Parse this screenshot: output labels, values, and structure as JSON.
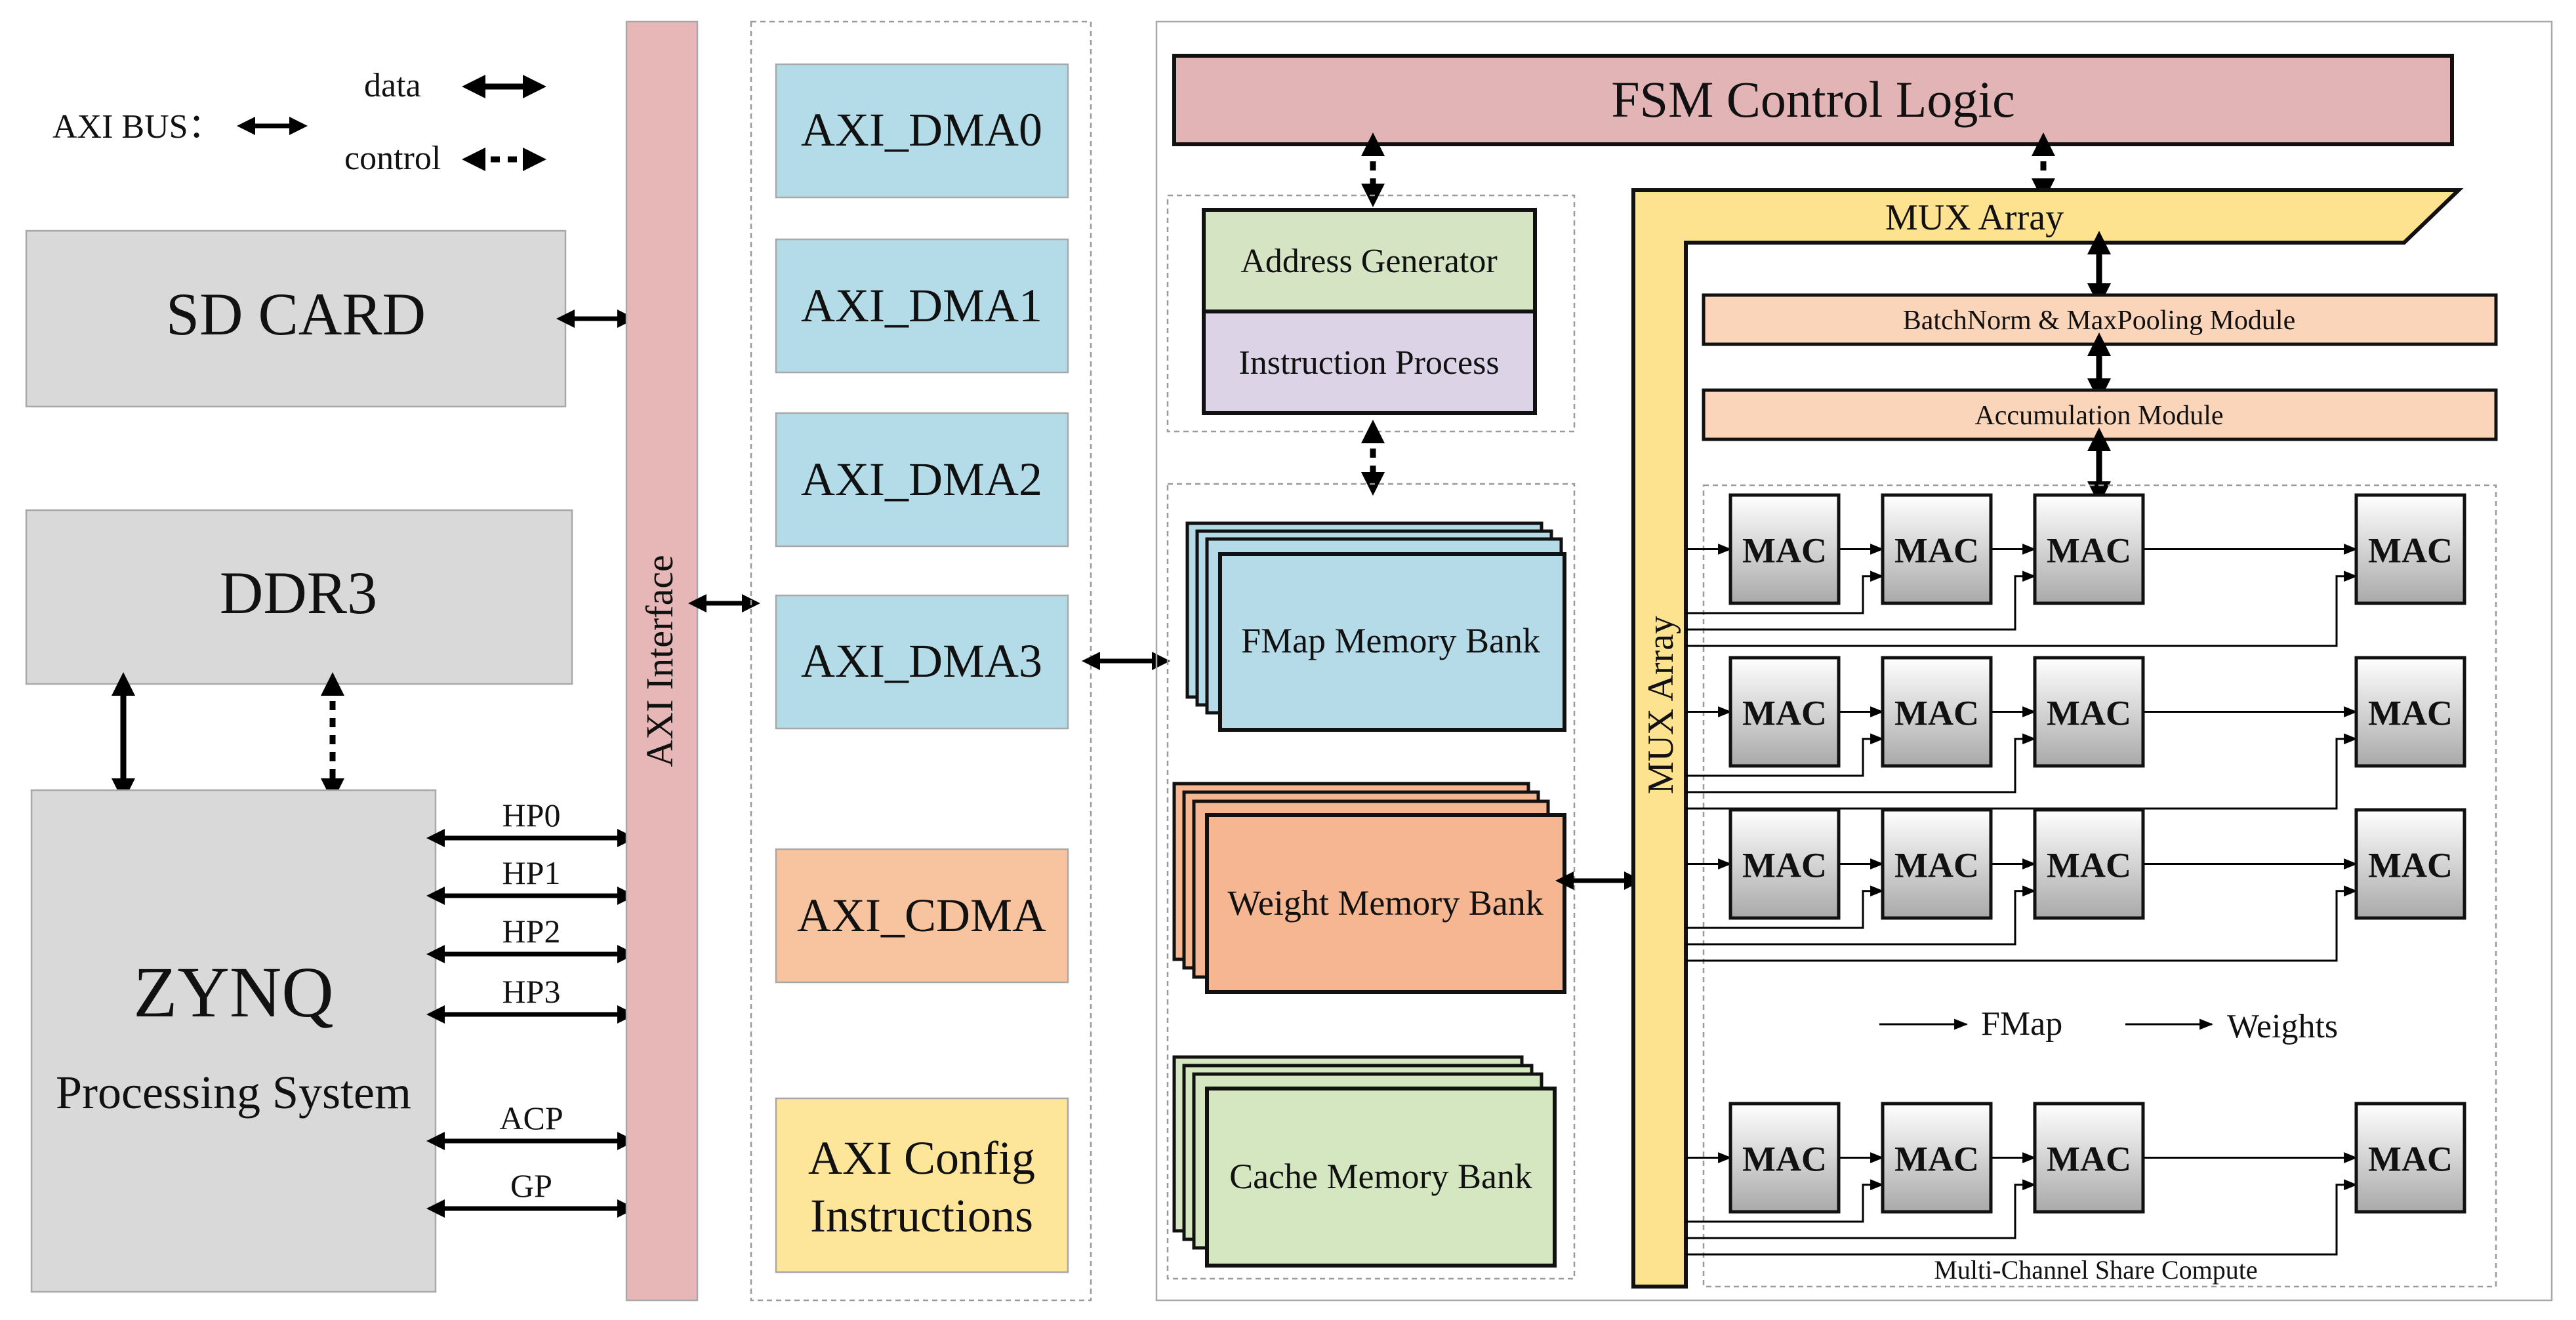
{
  "legend": {
    "axi_bus": "AXI BUS：",
    "data": "data",
    "control": "control"
  },
  "left": {
    "sd_card": "SD CARD",
    "ddr3": "DDR3",
    "zynq": "ZYNQ",
    "processing_system": "Processing System",
    "ports": [
      "HP0",
      "HP1",
      "HP2",
      "HP3",
      "ACP",
      "GP"
    ]
  },
  "axi_interface": "AXI Interface",
  "dma": {
    "items": [
      "AXI_DMA0",
      "AXI_DMA1",
      "AXI_DMA2",
      "AXI_DMA3"
    ],
    "cdma": "AXI_CDMA",
    "config_line1": "AXI Config",
    "config_line2": "Instructions"
  },
  "accelerator": {
    "fsm": "FSM Control Logic",
    "address_generator": "Address Generator",
    "instruction_process": "Instruction Process",
    "fmap_bank": "FMap Memory Bank",
    "weight_bank": "Weight Memory Bank",
    "cache_bank": "Cache Memory Bank",
    "mux_array_top": "MUX Array",
    "mux_array_side": "MUX Array",
    "batchnorm": "BatchNorm & MaxPooling Module",
    "accumulation": "Accumulation Module",
    "mac": "MAC",
    "legend_fmap": "FMap",
    "legend_weights": "Weights",
    "multichannel": "Multi-Channel Share Compute"
  },
  "colors": {
    "gray_block": "#d9d9d9",
    "axi_interface": "#e7b7b7",
    "dma": "#b4dce8",
    "cdma": "#f8c4a0",
    "config": "#fde59a",
    "fsm": "#e2b4b6",
    "addr_gen": "#d5e5c3",
    "instr_proc": "#dcd3e6",
    "fmap_bank": "#b6dbe8",
    "weight_bank": "#f5b691",
    "cache_bank": "#d4e7c0",
    "mux": "#fde290",
    "module": "#fbd5b9"
  }
}
